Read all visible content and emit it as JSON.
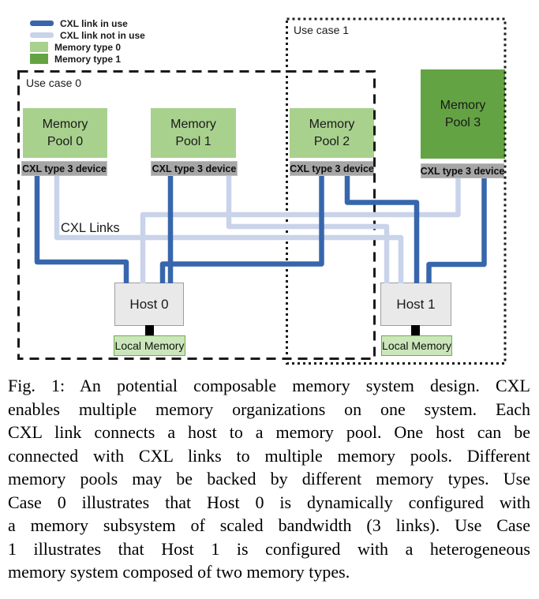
{
  "colors": {
    "link_in_use": "#3766AC",
    "link_not_in_use": "#C9D3EA",
    "memory_type_0": "#A9D18E",
    "memory_type_1": "#64A343",
    "device_bar": "#A6A6A6",
    "host_fill": "#E9E9E9",
    "host_border": "#9E9E9E",
    "local_memory_fill": "#CBE6BA",
    "local_memory_border": "#6FAD4D"
  },
  "legend": {
    "items": [
      {
        "label": "CXL link in use",
        "swatch": "line",
        "color": "#3766AC"
      },
      {
        "label": "CXL link not in use",
        "swatch": "line",
        "color": "#C9D3EA"
      },
      {
        "label": "Memory type 0",
        "swatch": "box",
        "color": "#A9D18E"
      },
      {
        "label": "Memory type 1",
        "swatch": "box",
        "color": "#64A343"
      }
    ]
  },
  "diagram": {
    "use_cases": [
      {
        "label": "Use case 0"
      },
      {
        "label": "Use case 1"
      }
    ],
    "memory_pools": [
      {
        "label": "Memory Pool 0",
        "memory_type": "Memory type 0",
        "device_label": "CXL type 3 device"
      },
      {
        "label": "Memory Pool 1",
        "memory_type": "Memory type 0",
        "device_label": "CXL type 3 device"
      },
      {
        "label": "Memory Pool 2",
        "memory_type": "Memory type 0",
        "device_label": "CXL type 3 device"
      },
      {
        "label": "Memory Pool 3",
        "memory_type": "Memory type 1",
        "device_label": "CXL type 3 device"
      }
    ],
    "hosts": [
      {
        "label": "Host 0",
        "local_memory_label": "Local Memory"
      },
      {
        "label": "Host 1",
        "local_memory_label": "Local Memory"
      }
    ],
    "cxl_links_label": "CXL Links",
    "links": [
      {
        "from": "Memory Pool 0",
        "to": "Host 0",
        "status": "in use"
      },
      {
        "from": "Memory Pool 1",
        "to": "Host 0",
        "status": "in use"
      },
      {
        "from": "Memory Pool 2",
        "to": "Host 0",
        "status": "in use"
      },
      {
        "from": "Memory Pool 3",
        "to": "Host 0",
        "status": "not in use"
      },
      {
        "from": "Memory Pool 0",
        "to": "Host 1",
        "status": "not in use"
      },
      {
        "from": "Memory Pool 1",
        "to": "Host 1",
        "status": "not in use"
      },
      {
        "from": "Memory Pool 2",
        "to": "Host 1",
        "status": "in use"
      },
      {
        "from": "Memory Pool 3",
        "to": "Host 1",
        "status": "in use"
      }
    ]
  },
  "caption": {
    "lines": [
      "Fig. 1: An potential composable memory system design. CXL",
      "enables multiple memory organizations on one system. Each",
      "CXL link connects a host to a memory pool. One host can be",
      "connected with CXL links to multiple memory pools. Different",
      "memory pools may be backed by different memory types. Use",
      "Case 0 illustrates that Host 0 is dynamically configured with",
      "a memory subsystem of scaled bandwidth (3 links). Use Case",
      "1 illustrates that Host 1 is configured with a heterogeneous",
      "memory system composed of two memory types."
    ]
  }
}
